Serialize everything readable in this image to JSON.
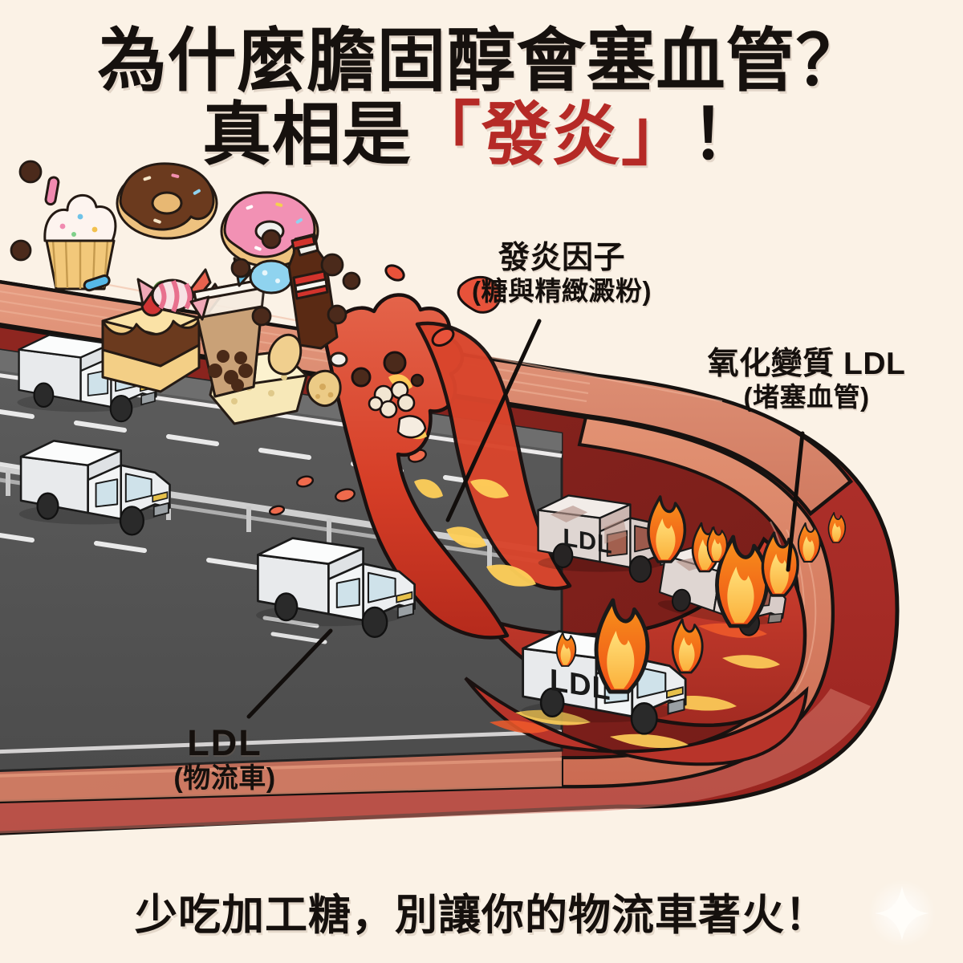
{
  "page": {
    "background_color": "#fbf2e6",
    "accent_red": "#b52a26",
    "text_color": "#15100d"
  },
  "title": {
    "line1": "為什麼膽固醇會塞血管？",
    "line2_prefix": "真相是",
    "line2_open_bracket": "「",
    "line2_highlight": "發炎",
    "line2_close_bracket": "」",
    "line2_suffix": "！"
  },
  "labels": {
    "inflammation": {
      "main": "發炎因子",
      "sub": "(糖與精緻澱粉)"
    },
    "oxidized_ldl": {
      "main": "氧化變質 LDL",
      "sub": "(堵塞血管)"
    },
    "ldl": {
      "main": "LDL",
      "sub": "(物流車)"
    }
  },
  "caption": "少吃加工糖，別讓你的物流車著火！",
  "illustration": {
    "vessel": {
      "outer_wall_color": "#a8302c",
      "mid_wall_color": "#c4453c",
      "inner_lining_color": "#e08b73",
      "lumen_dark_color": "#8c2520",
      "plaque_color": "#b8322a"
    },
    "road": {
      "surface_color": "#555555",
      "shoulder_color": "#6a6a6a",
      "lane_marking_color": "#f2f2f2",
      "guardrail_color": "#d8d8d8"
    },
    "trucks": [
      {
        "id": "truck-clean-1",
        "label": "",
        "state": "clean"
      },
      {
        "id": "truck-clean-2",
        "label": "",
        "state": "clean"
      },
      {
        "id": "truck-clean-3",
        "label": "",
        "state": "clean"
      },
      {
        "id": "truck-ldl-1",
        "label": "LDL",
        "state": "scorched"
      },
      {
        "id": "truck-ldl-2",
        "label": "LDL",
        "state": "burning"
      },
      {
        "id": "truck-ldl-3",
        "label": "",
        "state": "burnt"
      }
    ],
    "flame_colors": {
      "outer": "#f05a1e",
      "mid": "#f98b22",
      "inner": "#fdd34a"
    },
    "junk_food_items": [
      "cupcake",
      "chocolate-donut",
      "pink-donut",
      "cherry-cake-slice",
      "sandwich-cookie",
      "bubble-tea",
      "blue-wrapped-candy",
      "pink-striped-candy",
      "cola-bottle",
      "chocolate-ball",
      "pink-sprinkle",
      "blue-sprinkle"
    ],
    "sparkle": "sparkle-icon"
  }
}
